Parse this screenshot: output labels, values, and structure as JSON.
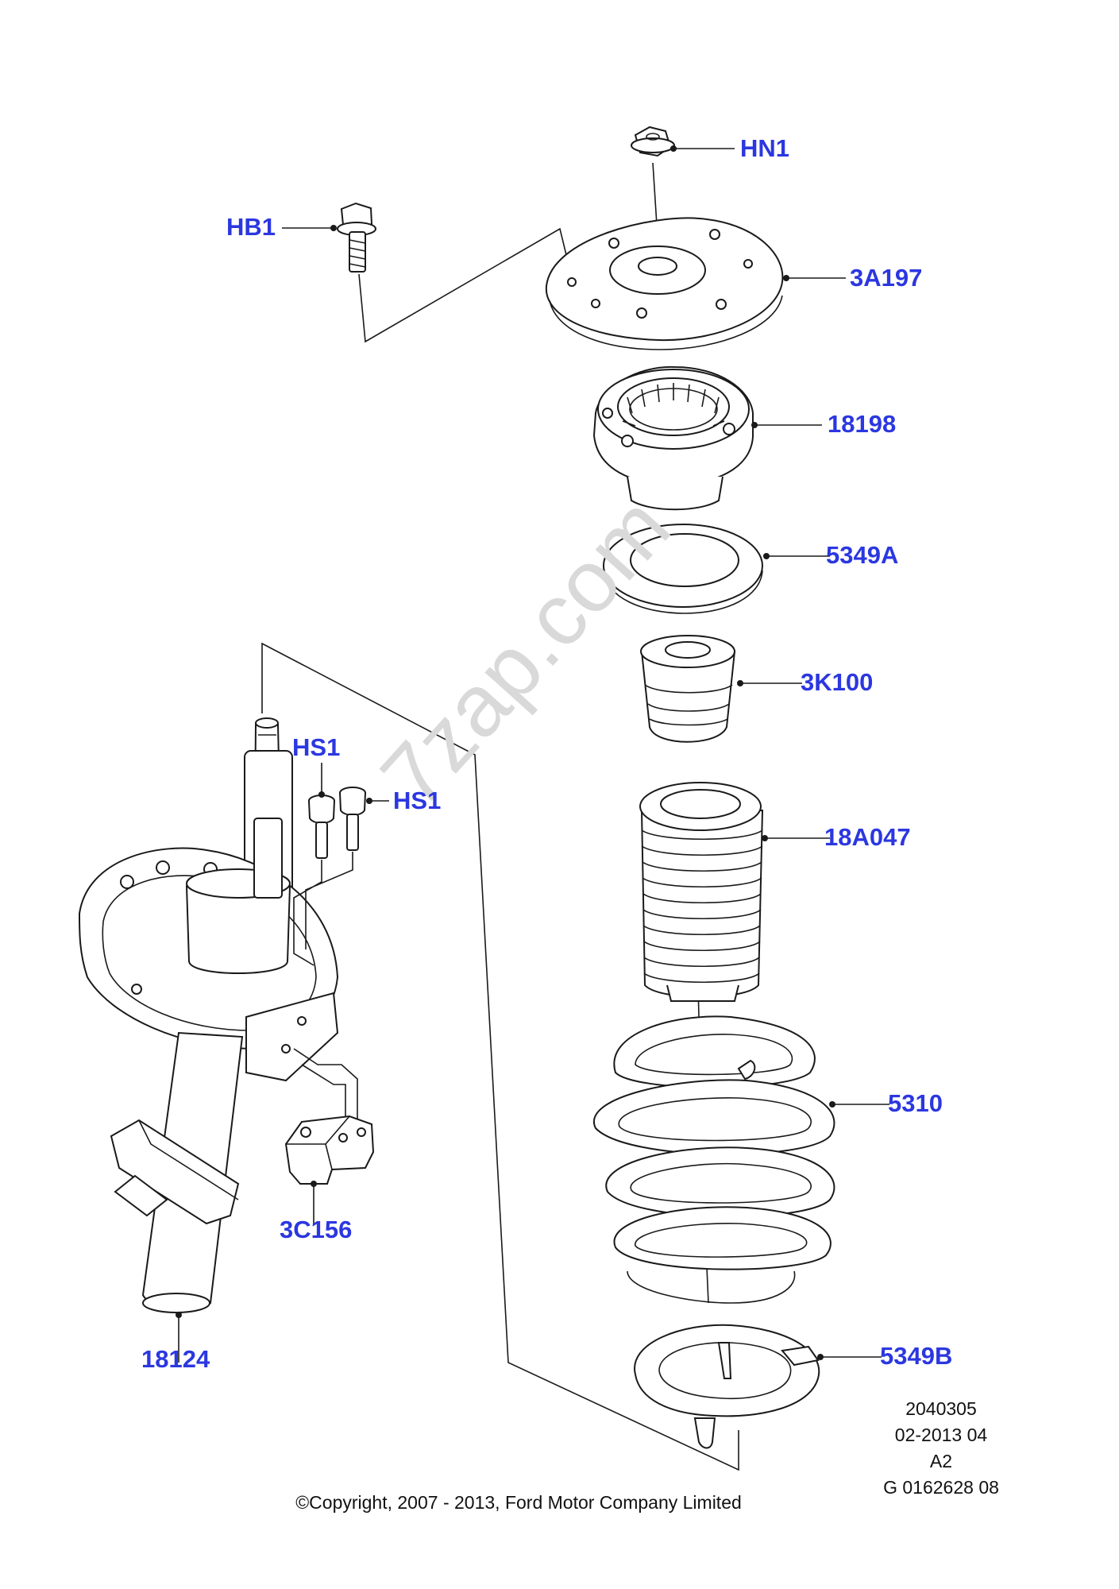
{
  "callouts": {
    "hn1": "HN1",
    "hb1": "HB1",
    "part_3a197": "3A197",
    "part_18198": "18198",
    "part_5349a": "5349A",
    "part_3k100": "3K100",
    "hs1_top": "HS1",
    "hs1_right": "HS1",
    "part_18a047": "18A047",
    "part_5310": "5310",
    "part_3c156": "3C156",
    "part_18124": "18124",
    "part_5349b": "5349B"
  },
  "reference_block": {
    "line1": "2040305",
    "line2": "02-2013 04",
    "line3": "A2",
    "line4": "G 0162628 08"
  },
  "copyright": "©Copyright, 2007 - 2013, Ford Motor Company Limited",
  "watermark": "7zap.com",
  "colors": {
    "callout": "#2b37e0",
    "line": "#1a1a1a",
    "watermark": "#d9d9d9"
  }
}
